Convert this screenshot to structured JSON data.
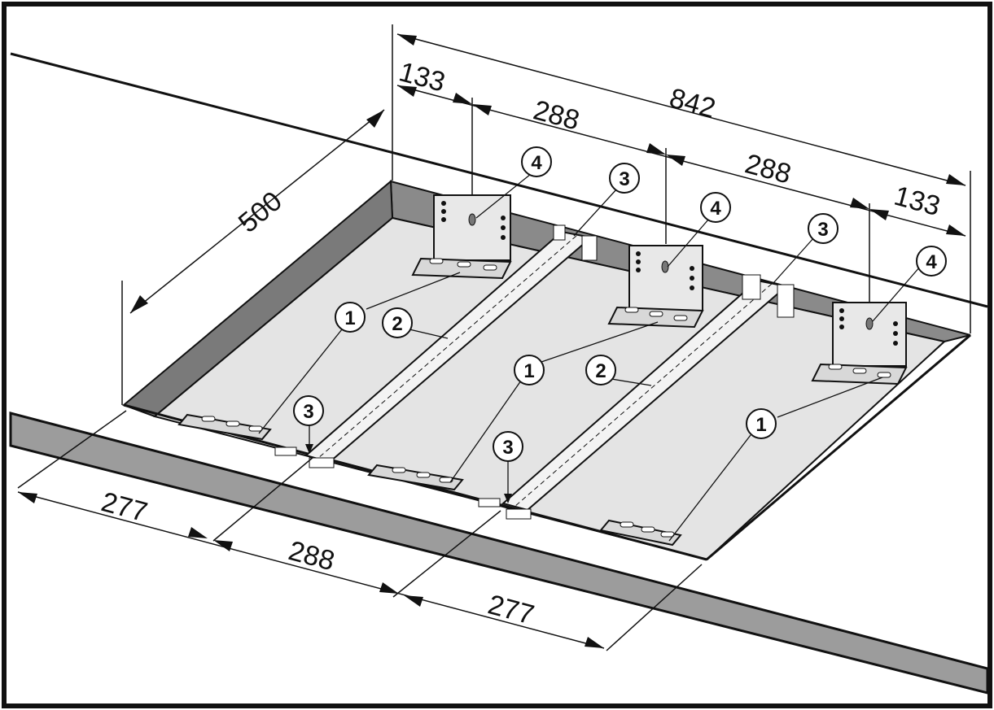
{
  "dimensions": {
    "overall_width": "842",
    "depth": "500",
    "top_left_offset": "133",
    "top_spacing_1": "288",
    "top_spacing_2": "288",
    "top_right_offset": "133",
    "bottom_left": "277",
    "bottom_middle": "288",
    "bottom_right": "277"
  },
  "callouts": {
    "bracket": "1",
    "rail": "2",
    "rail_end": "3",
    "screw": "4"
  },
  "colors": {
    "countertop_edge": "#9c9c9c",
    "cutout_floor": "#e4e4e4",
    "cutout_wall": "#8a8a8a",
    "line": "#111111"
  }
}
